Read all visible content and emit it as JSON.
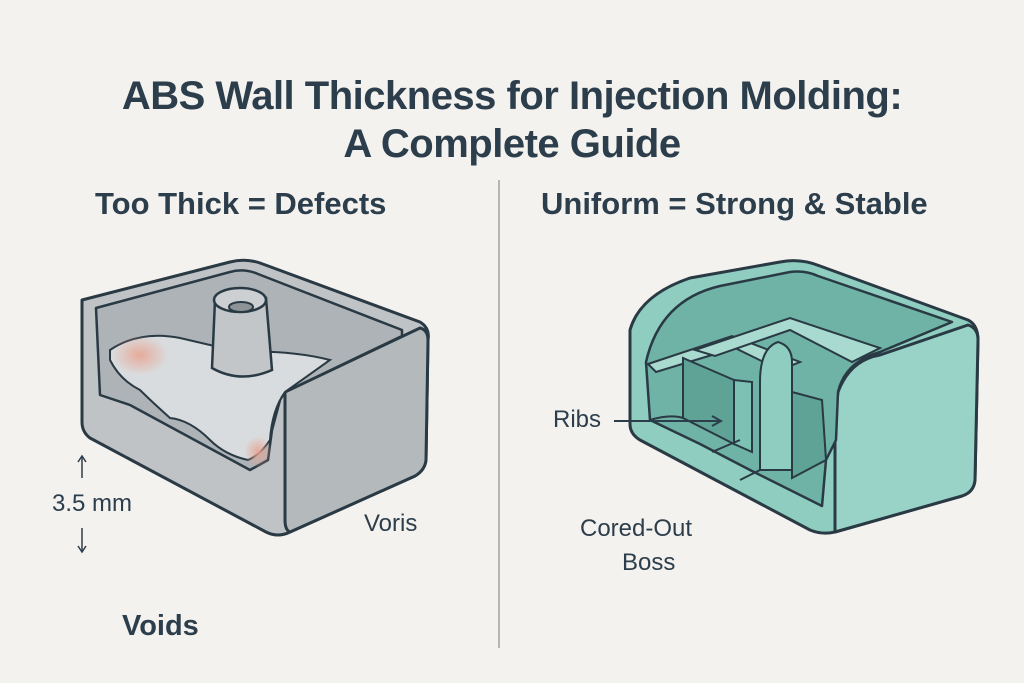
{
  "title": {
    "line1": "ABS Wall Thickness for Injection Molding:",
    "line2": "A Complete Guide"
  },
  "left_panel": {
    "heading": "Too Thick = Defects",
    "dimension_label": "3.5 mm",
    "labels": [
      "Voris",
      "Voids"
    ],
    "part_color": "#bfc3c6",
    "defect_color": "#e8a593"
  },
  "right_panel": {
    "heading": "Uniform = Strong & Stable",
    "labels": [
      "Ribs",
      "Cored-Out",
      "Boss"
    ],
    "part_color": "#8ecdc0"
  },
  "colors": {
    "background": "#f4f2ee",
    "text": "#2c3e4c",
    "divider": "#b5b5b3",
    "outline": "#2a3a44"
  }
}
